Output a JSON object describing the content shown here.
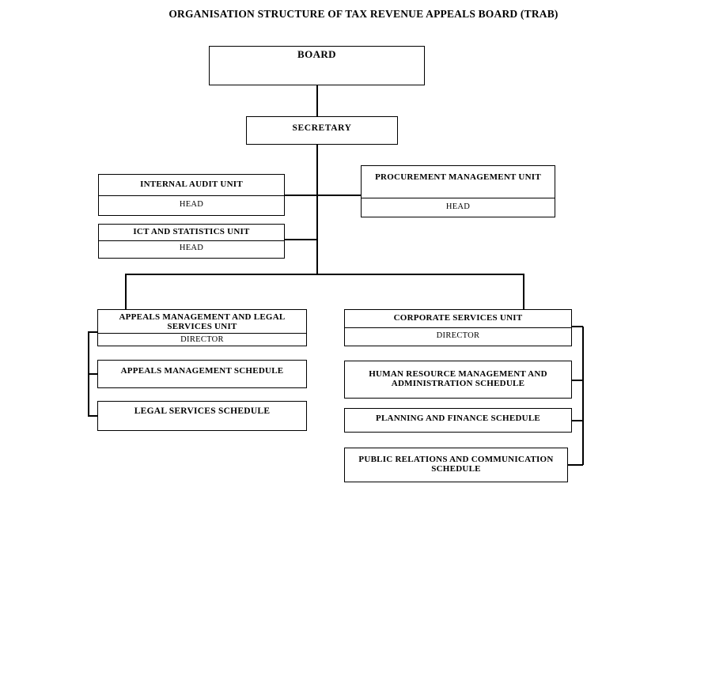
{
  "title": "ORGANISATION STRUCTURE OF TAX REVENUE APPEALS BOARD (TRAB)",
  "nodes": {
    "board": {
      "title": "BOARD"
    },
    "secretary": {
      "title": "SECRETARY"
    },
    "internal_audit": {
      "title": "INTERNAL AUDIT UNIT",
      "role": "HEAD"
    },
    "ict_statistics": {
      "title": "ICT AND STATISTICS UNIT",
      "role": "HEAD"
    },
    "procurement": {
      "title": "PROCUREMENT MANAGEMENT UNIT",
      "role": "HEAD"
    },
    "appeals_unit": {
      "title": "APPEALS MANAGEMENT AND LEGAL SERVICES UNIT",
      "role": "DIRECTOR"
    },
    "corporate_unit": {
      "title": "CORPORATE SERVICES UNIT",
      "role": "DIRECTOR"
    },
    "appeals_schedule": {
      "title": "APPEALS MANAGEMENT SCHEDULE"
    },
    "legal_schedule": {
      "title": "LEGAL SERVICES SCHEDULE"
    },
    "hrm_schedule": {
      "title": "HUMAN RESOURCE MANAGEMENT AND ADMINISTRATION SCHEDULE"
    },
    "planning_schedule": {
      "title": "PLANNING AND FINANCE SCHEDULE"
    },
    "public_relations_schedule": {
      "title": "PUBLIC RELATIONS AND COMMUNICATION SCHEDULE"
    }
  },
  "colors": {
    "line": "#000000",
    "box_fill": "#ffffff",
    "text": "#000000",
    "background": "#ffffff"
  }
}
